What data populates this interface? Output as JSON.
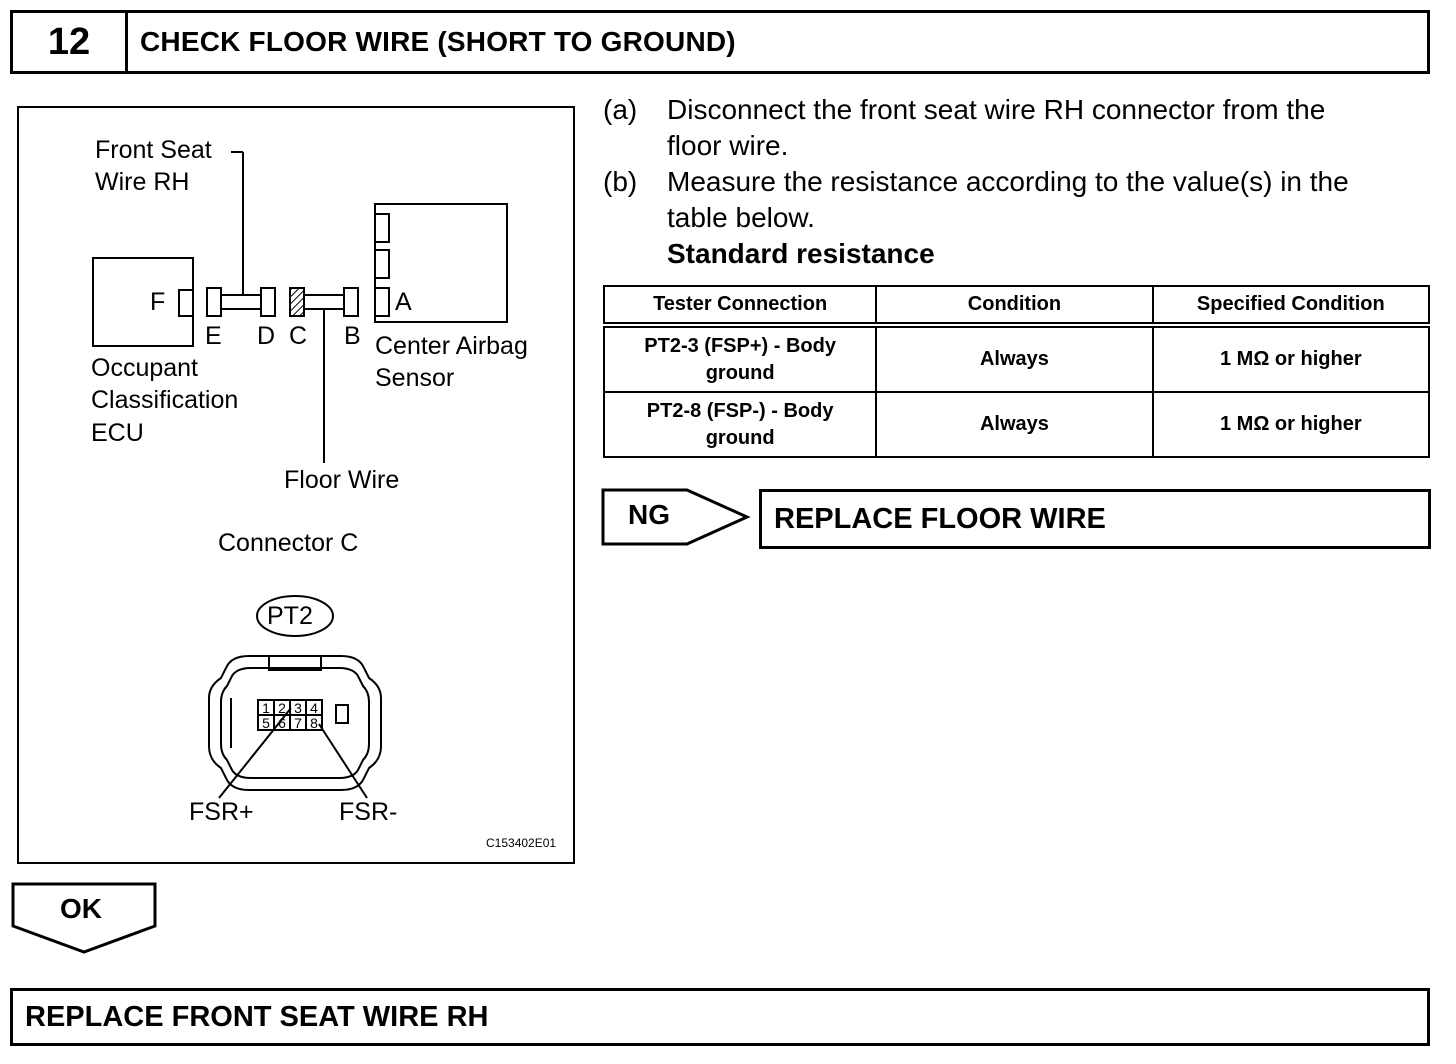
{
  "step": {
    "number": "12",
    "title": "CHECK FLOOR WIRE (SHORT TO GROUND)"
  },
  "diagram": {
    "labels": {
      "front_seat_wire_line1": "Front Seat",
      "front_seat_wire_line2": "Wire RH",
      "occupant_line1": "Occupant",
      "occupant_line2": "Classification",
      "occupant_line3": "ECU",
      "center_line1": "Center Airbag",
      "center_line2": "Sensor",
      "floor_wire": "Floor Wire",
      "connector_c": "Connector C",
      "pt2": "PT2",
      "fsr_plus": "FSR+",
      "fsr_minus": "FSR-",
      "figure_code": "C153402E01"
    },
    "connectors": {
      "f": "F",
      "e": "E",
      "d": "D",
      "c": "C",
      "b": "B",
      "a": "A"
    },
    "pins": [
      "1",
      "2",
      "3",
      "4",
      "5",
      "6",
      "7",
      "8"
    ]
  },
  "instructions": {
    "a_marker": "(a)",
    "a_line1": "Disconnect the front seat wire RH connector from the",
    "a_line2": "floor wire.",
    "b_marker": "(b)",
    "b_line1": "Measure the resistance according to the value(s) in the",
    "b_line2": "table below.",
    "standard": "Standard resistance"
  },
  "table": {
    "headers": [
      "Tester Connection",
      "Condition",
      "Specified Condition"
    ],
    "rows": [
      {
        "connection_line1": "PT2-3 (FSP+) - Body",
        "connection_line2": "ground",
        "condition": "Always",
        "specified": "1 MΩ or higher"
      },
      {
        "connection_line1": "PT2-8 (FSP-) - Body",
        "connection_line2": "ground",
        "condition": "Always",
        "specified": "1 MΩ or higher"
      }
    ]
  },
  "results": {
    "ng_label": "NG",
    "ng_action": "REPLACE FLOOR WIRE",
    "ok_label": "OK",
    "ok_action": "REPLACE FRONT SEAT WIRE RH"
  }
}
